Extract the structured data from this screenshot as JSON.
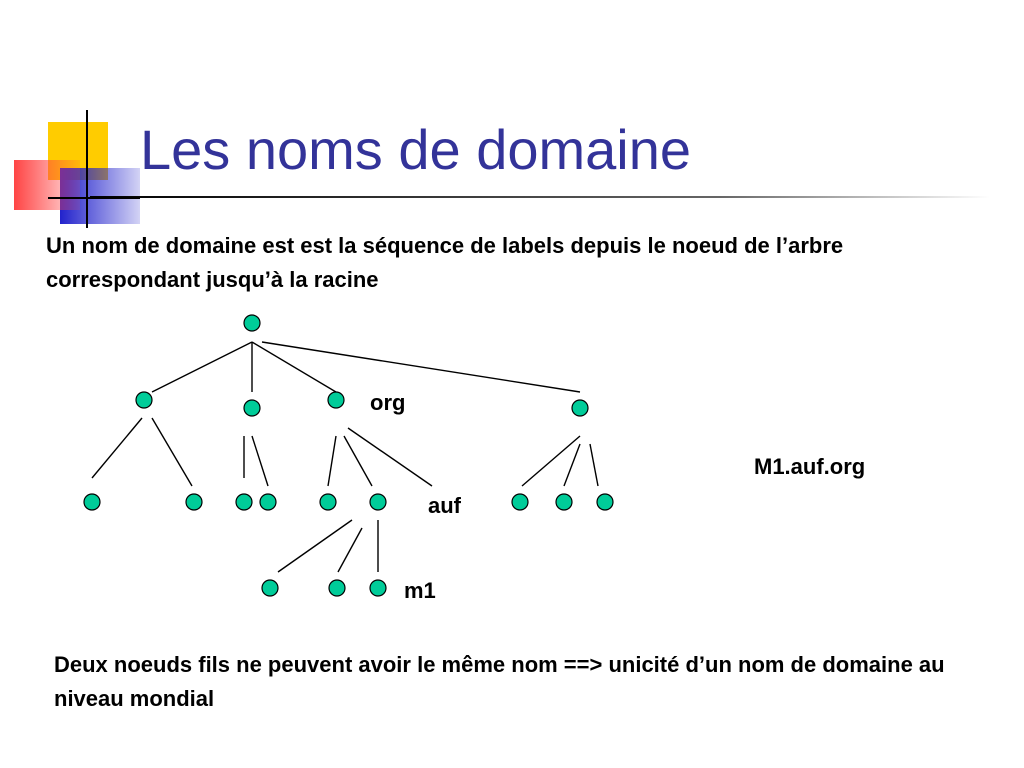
{
  "slide": {
    "title": "Les noms de domaine",
    "intro_text": "Un nom de domaine est est la séquence de labels depuis le noeud de l’arbre correspondant jusqu’à la racine",
    "outro_text": "Deux noeuds fils ne peuvent avoir le même nom ==> unicité d’un nom de domaine au niveau mondial",
    "example_name": "M1.auf.org"
  },
  "tree": {
    "node_color": "#00cc99",
    "labels": {
      "org": "org",
      "auf": "auf",
      "m1": "m1"
    }
  },
  "colors": {
    "title": "#333399",
    "logo_yellow": "#ffcc00",
    "logo_red": "#ff3333",
    "logo_blue": "#3333cc"
  }
}
